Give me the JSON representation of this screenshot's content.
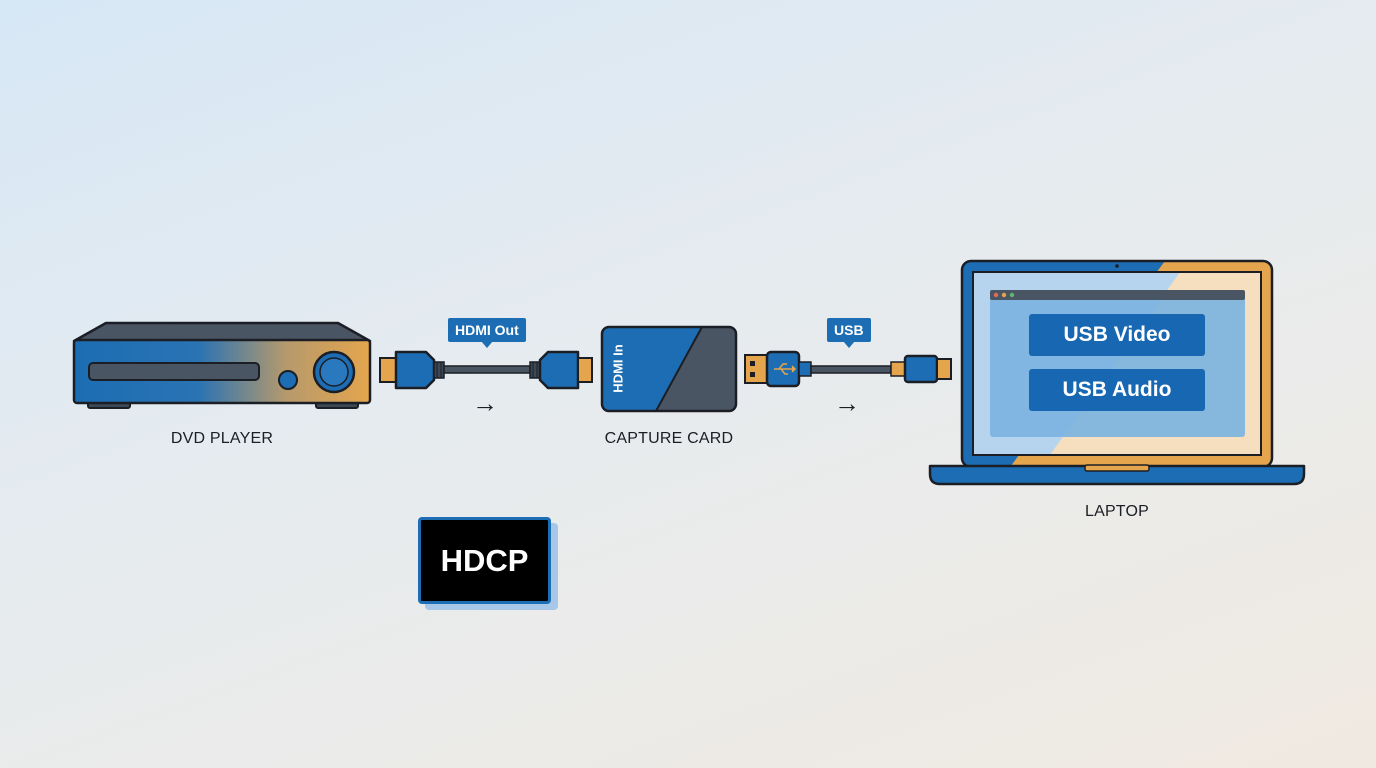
{
  "devices": {
    "dvd_label": "DVD PLAYER",
    "capture_label": "CAPTURE CARD",
    "capture_port_label": "HDMI In",
    "laptop_label": "LAPTOP"
  },
  "cables": {
    "hdmi_tag": "HDMI Out",
    "usb_tag": "USB",
    "arrow_glyph": "→"
  },
  "laptop_screen": {
    "video_label": "USB Video",
    "audio_label": "USB Audio"
  },
  "badge": {
    "text": "HDCP"
  },
  "colors": {
    "accent_blue": "#1c6db3",
    "accent_orange": "#e4a54d",
    "slate": "#4a5563",
    "outline": "#1b1e24"
  }
}
